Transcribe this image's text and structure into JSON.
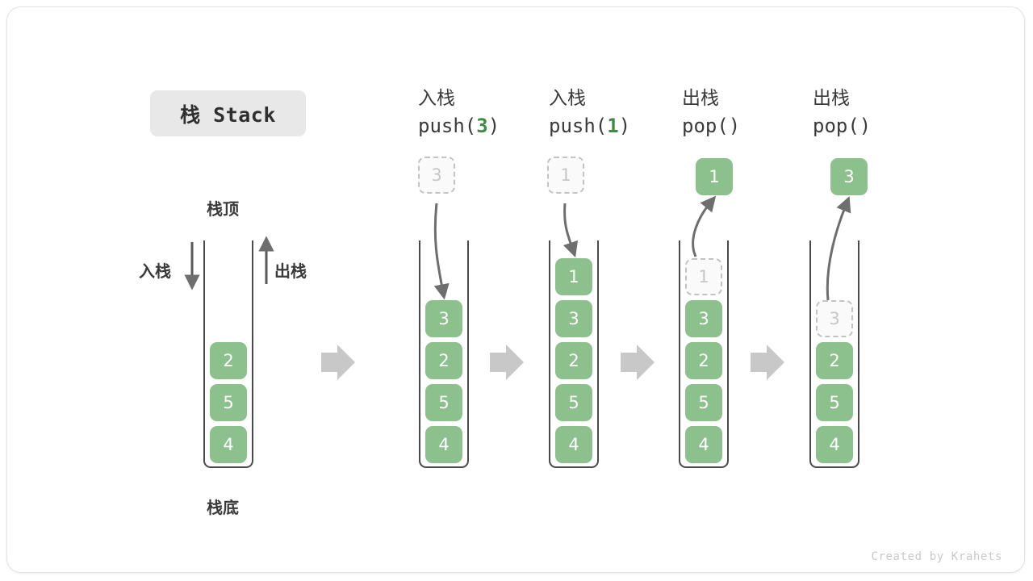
{
  "title_badge": {
    "label": "栈 Stack"
  },
  "footer": {
    "credit": "Created by Krahets"
  },
  "colors": {
    "cell_fill": "#8cc08c",
    "cell_text": "#ffffff",
    "ghost_border": "#c2c2c2",
    "ghost_text": "#c6c6c6",
    "container_stroke": "#4a4a4a",
    "arrow_gray": "#c8c8c8",
    "curve_arrow": "#6e6e6e",
    "accent_green": "#3f8a45",
    "badge_bg": "#e8e8e8"
  },
  "base_stack": {
    "top_label": "栈顶",
    "bottom_label": "栈底",
    "push_label": "入栈",
    "pop_label": "出栈",
    "cells": [
      "2",
      "5",
      "4"
    ]
  },
  "steps": [
    {
      "id": "push-3",
      "op_cn": "入栈",
      "op_code_prefix": "push(",
      "op_code_arg": "3",
      "op_code_suffix": ")",
      "floating": {
        "value": "3",
        "style": "ghost",
        "position": "above"
      },
      "arrow_direction": "down",
      "cells": [
        {
          "value": "3",
          "style": "filled"
        },
        {
          "value": "2",
          "style": "filled"
        },
        {
          "value": "5",
          "style": "filled"
        },
        {
          "value": "4",
          "style": "filled"
        }
      ]
    },
    {
      "id": "push-1",
      "op_cn": "入栈",
      "op_code_prefix": "push(",
      "op_code_arg": "1",
      "op_code_suffix": ")",
      "floating": {
        "value": "1",
        "style": "ghost",
        "position": "above"
      },
      "arrow_direction": "down",
      "cells": [
        {
          "value": "1",
          "style": "filled"
        },
        {
          "value": "3",
          "style": "filled"
        },
        {
          "value": "2",
          "style": "filled"
        },
        {
          "value": "5",
          "style": "filled"
        },
        {
          "value": "4",
          "style": "filled"
        }
      ]
    },
    {
      "id": "pop-1",
      "op_cn": "出栈",
      "op_code_prefix": "pop(",
      "op_code_arg": "",
      "op_code_suffix": ")",
      "floating": {
        "value": "1",
        "style": "filled",
        "position": "above"
      },
      "arrow_direction": "up",
      "cells": [
        {
          "value": "1",
          "style": "ghost"
        },
        {
          "value": "3",
          "style": "filled"
        },
        {
          "value": "2",
          "style": "filled"
        },
        {
          "value": "5",
          "style": "filled"
        },
        {
          "value": "4",
          "style": "filled"
        }
      ]
    },
    {
      "id": "pop-3",
      "op_cn": "出栈",
      "op_code_prefix": "pop(",
      "op_code_arg": "",
      "op_code_suffix": ")",
      "floating": {
        "value": "3",
        "style": "filled",
        "position": "above"
      },
      "arrow_direction": "up",
      "cells": [
        {
          "value": "3",
          "style": "ghost"
        },
        {
          "value": "2",
          "style": "filled"
        },
        {
          "value": "5",
          "style": "filled"
        },
        {
          "value": "4",
          "style": "filled"
        }
      ]
    }
  ]
}
